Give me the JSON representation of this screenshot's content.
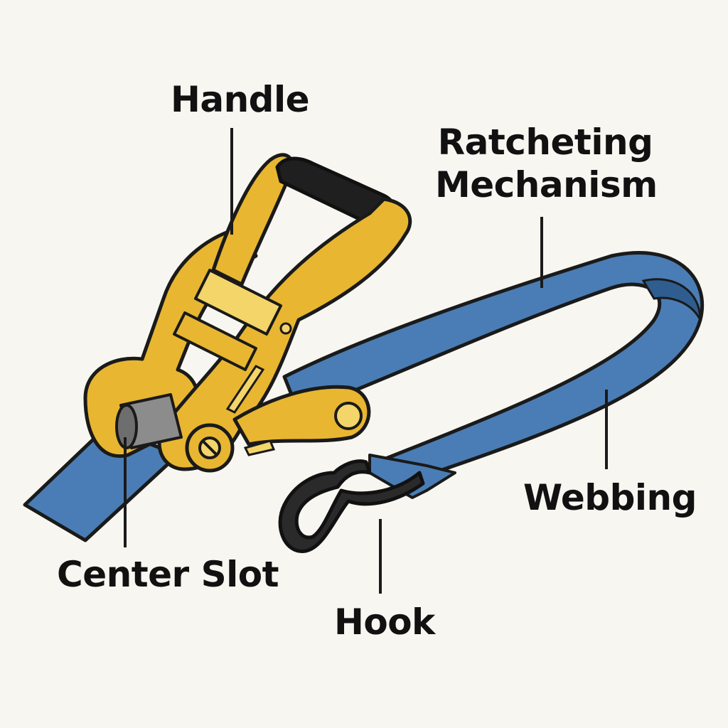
{
  "labels": {
    "handle": "Handle",
    "ratcheting_line1": "Ratcheting",
    "ratcheting_line2": "Mechanism",
    "webbing": "Webbing",
    "center_slot": "Center Slot",
    "hook": "Hook"
  },
  "colors": {
    "background": "#f8f6f1",
    "webbing": "#4a7db5",
    "ratchet_body": "#e8b630",
    "grip": "#1f1f1f",
    "outline": "#1a1a1a",
    "axle": "#8c8c8c"
  }
}
